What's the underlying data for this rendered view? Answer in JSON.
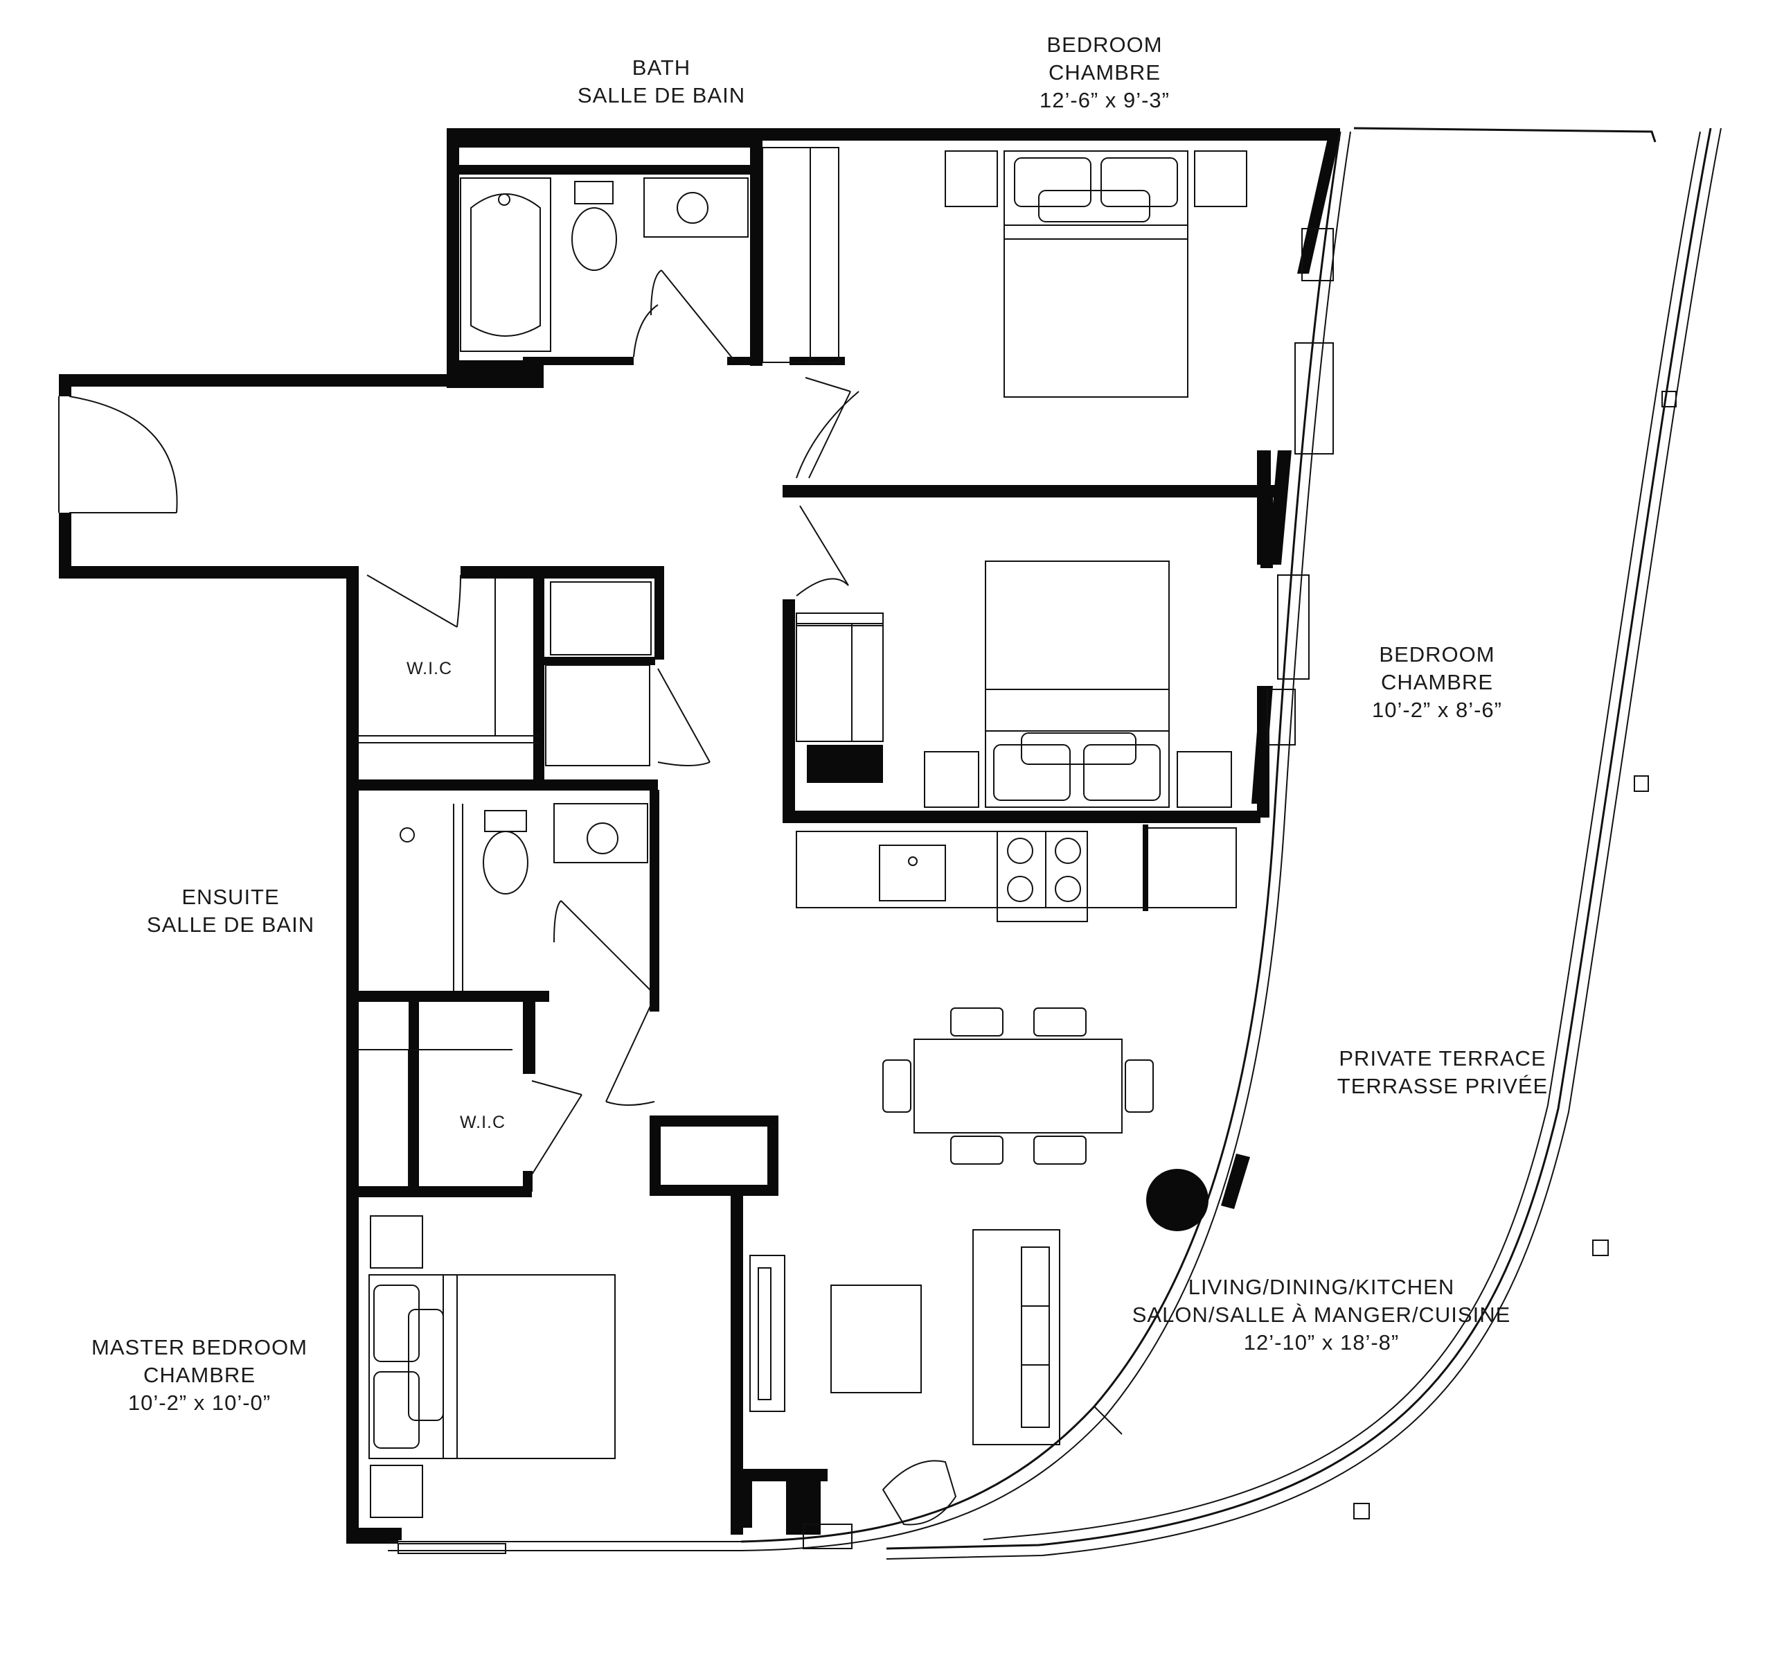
{
  "rooms": {
    "bath": {
      "name_en": "BATH",
      "name_fr": "SALLE DE BAIN"
    },
    "bedroom_top": {
      "name_en": "BEDROOM",
      "name_fr": "CHAMBRE",
      "dimensions": "12’-6” x 9’-3”"
    },
    "bedroom_right": {
      "name_en": "BEDROOM",
      "name_fr": "CHAMBRE",
      "dimensions": "10’-2” x 8’-6”"
    },
    "wic_upper": {
      "name": "W.I.C"
    },
    "wic_lower": {
      "name": "W.I.C"
    },
    "ensuite": {
      "name_en": "ENSUITE",
      "name_fr": "SALLE DE BAIN"
    },
    "terrace": {
      "name_en": "PRIVATE TERRACE",
      "name_fr": "TERRASSE PRIVÉE"
    },
    "living": {
      "name_en": "LIVING/DINING/KITCHEN",
      "name_fr": "SALON/SALLE À MANGER/CUISINE",
      "dimensions": "12’-10” x 18’-8”"
    },
    "master": {
      "name_en": "MASTER BEDROOM",
      "name_fr": "CHAMBRE",
      "dimensions": "10’-2” x 10’-0”"
    }
  },
  "colors": {
    "wall": "#0a0a0a",
    "line": "#111111",
    "background": "#ffffff",
    "text": "#1a1a1a"
  }
}
